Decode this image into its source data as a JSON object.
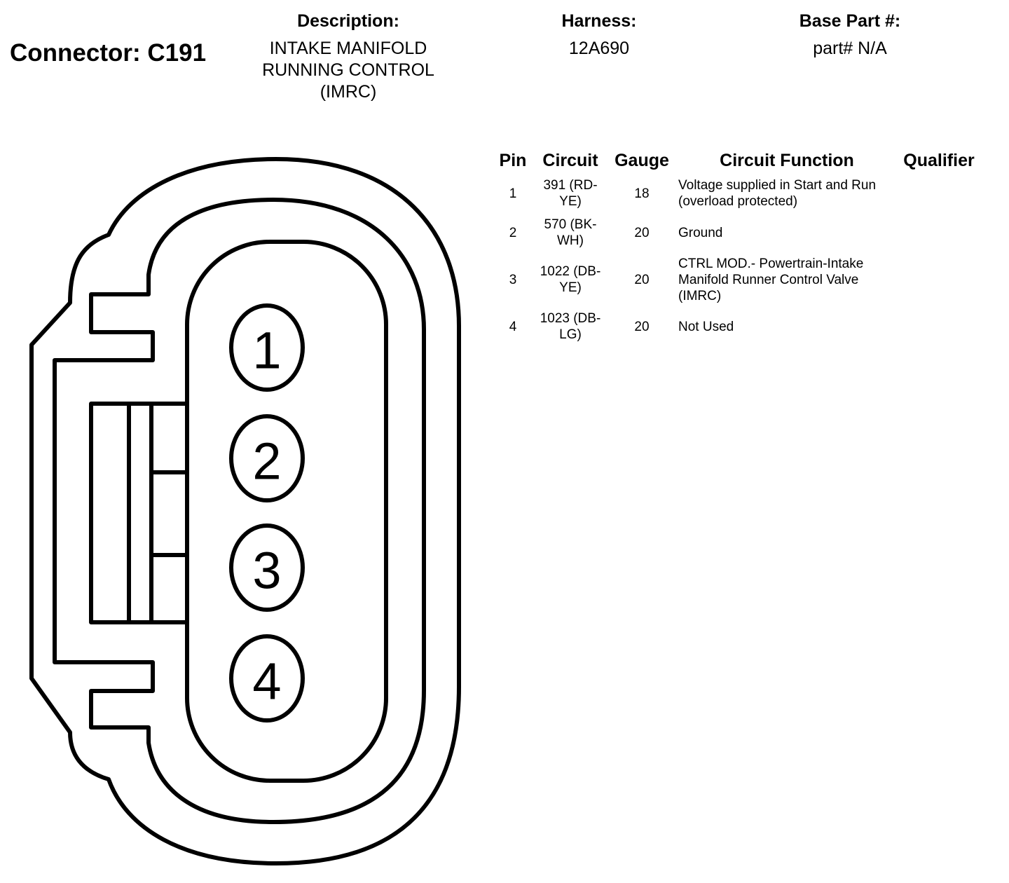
{
  "connector": {
    "title": "Connector: C191"
  },
  "description": {
    "label": "Description:",
    "value_lines": [
      "INTAKE MANIFOLD",
      "RUNNING CONTROL",
      "(IMRC)"
    ]
  },
  "harness": {
    "label": "Harness:",
    "value": "12A690"
  },
  "base_part": {
    "label": "Base Part #:",
    "value": "part# N/A"
  },
  "table": {
    "headers": {
      "pin": "Pin",
      "circuit": "Circuit",
      "gauge": "Gauge",
      "function": "Circuit Function",
      "qualifier": "Qualifier"
    },
    "rows": [
      {
        "pin": "1",
        "circuit": "391 (RD-YE)",
        "gauge": "18",
        "function": "Voltage supplied in Start and Run (overload protected)",
        "qualifier": ""
      },
      {
        "pin": "2",
        "circuit": "570 (BK-WH)",
        "gauge": "20",
        "function": "Ground",
        "qualifier": ""
      },
      {
        "pin": "3",
        "circuit": "1022 (DB-YE)",
        "gauge": "20",
        "function": "CTRL MOD.- Powertrain-Intake Manifold Runner Control Valve (IMRC)",
        "qualifier": ""
      },
      {
        "pin": "4",
        "circuit": "1023 (DB-LG)",
        "gauge": "20",
        "function": "Not Used",
        "qualifier": ""
      }
    ]
  },
  "diagram": {
    "pin_labels": [
      "1",
      "2",
      "3",
      "4"
    ]
  }
}
